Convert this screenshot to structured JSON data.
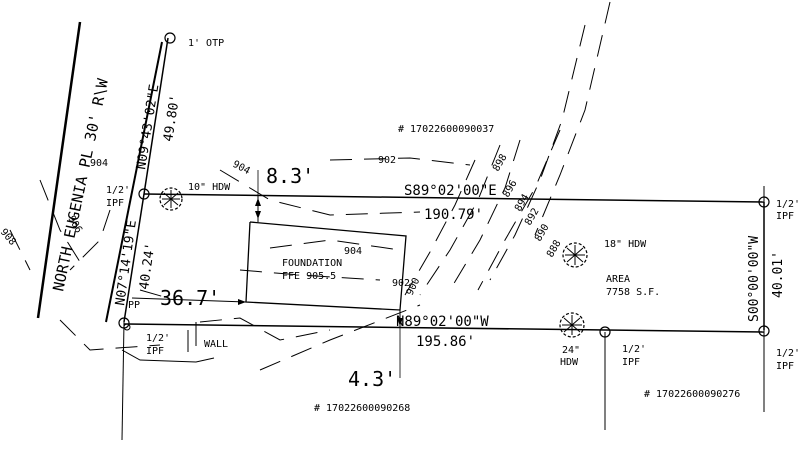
{
  "street": {
    "name": "NORTH EUGENIA PL 30' R\\W"
  },
  "bearings": {
    "north_top": "S89°02'00\"E",
    "south": "N89°02'00\"W",
    "east": "S00°00'00\"W",
    "west_upper": "N09°43'02\"E",
    "west_lower": "N07°14'19\"E"
  },
  "distances": {
    "north_top": "190.79'",
    "south": "195.86'",
    "east": "40.01'",
    "west_upper": "49.80'",
    "west_lower": "40.24'"
  },
  "setbacks": {
    "north": "8.3'",
    "west": "36.7'",
    "south": "4.3'"
  },
  "foundation": {
    "label": "FOUNDATION",
    "ffe": "FFE 905.5"
  },
  "area": {
    "label": "AREA",
    "value": "7758 S.F."
  },
  "parcels": {
    "north": "# 17022600090037",
    "south_left": "# 17022600090268",
    "south_right": "# 17022600090276"
  },
  "monuments": {
    "otp": "1' OTP",
    "ipf_nw_a": "1/2'",
    "ipf_nw_b": "IPF",
    "ipf_sw_a": "1/2'",
    "ipf_sw_b": "IPF",
    "ipf_mid_a": "1/2'",
    "ipf_mid_b": "IPF",
    "ipf_ne_a": "1/2'",
    "ipf_ne_b": "IPF",
    "ipf_se_a": "1/2'",
    "ipf_se_b": "IPF"
  },
  "trees": {
    "hdw_10": "10\" HDW",
    "hdw_18": "18\" HDW",
    "hdw_24_a": "24\"",
    "hdw_24_b": "HDW"
  },
  "misc": {
    "pp": "PP",
    "wall": "WALL"
  },
  "contours": [
    "904",
    "902",
    "904",
    "898",
    "896",
    "894",
    "892",
    "890",
    "888",
    "900",
    "902",
    "906",
    "908",
    "904"
  ]
}
